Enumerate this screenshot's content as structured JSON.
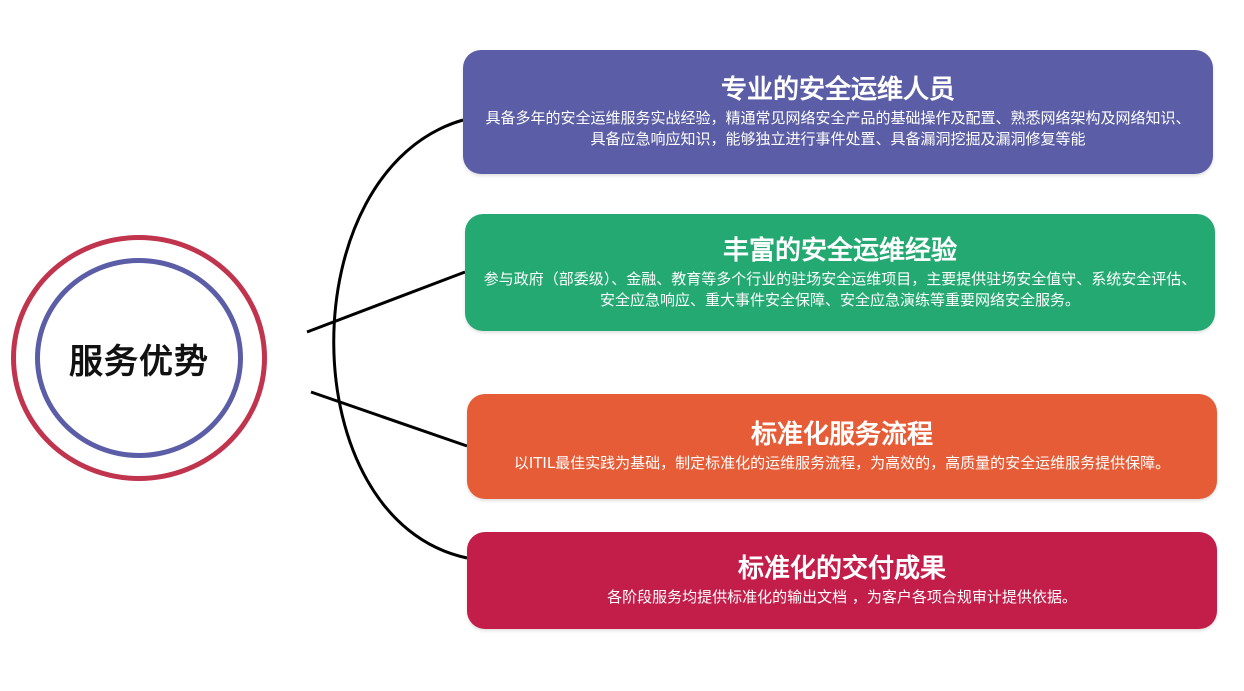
{
  "center": {
    "title": "服务优势"
  },
  "colors": {
    "outer_ring": "#c0344d",
    "inner_ring": "#5b5ea6",
    "connector": "#000000"
  },
  "cards": [
    {
      "title": "专业的安全运维人员",
      "desc": "具备多年的安全运维服务实战经验，精通常见网络安全产品的基础操作及配置、熟悉网络架构及网络知识、具备应急响应知识，能够独立进行事件处置、具备漏洞挖掘及漏洞修复等能",
      "color": "#5b5ea6"
    },
    {
      "title": "丰富的安全运维经验",
      "desc": "参与政府（部委级）、金融、教育等多个行业的驻场安全运维项目，主要提供驻场安全值守、系统安全评估、安全应急响应、重大事件安全保障、安全应急演练等重要网络安全服务。",
      "color": "#23a971"
    },
    {
      "title": "标准化服务流程",
      "desc": "以ITIL最佳实践为基础，制定标准化的运维服务流程，为高效的，高质量的安全运维服务提供保障。",
      "color": "#e65c37"
    },
    {
      "title": "标准化的交付成果",
      "desc": "各阶段服务均提供标准化的输出文档 ，为客户各项合规审计提供依据。",
      "color": "#c31e4a"
    }
  ]
}
